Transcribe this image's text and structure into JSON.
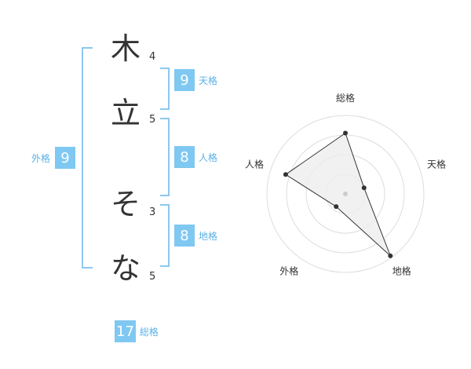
{
  "name": {
    "characters": [
      {
        "char": "木",
        "strokes": "4"
      },
      {
        "char": "立",
        "strokes": "5"
      },
      {
        "char": "そ",
        "strokes": "3"
      },
      {
        "char": "な",
        "strokes": "5"
      }
    ]
  },
  "fortunes": {
    "tenkaku": {
      "value": "9",
      "label": "天格"
    },
    "jinkaku": {
      "value": "8",
      "label": "人格"
    },
    "chikaku": {
      "value": "8",
      "label": "地格"
    },
    "gaikaku": {
      "value": "9",
      "label": "外格"
    },
    "soukaku": {
      "value": "17",
      "label": "総格"
    }
  },
  "radar": {
    "axes": [
      "総格",
      "天格",
      "地格",
      "外格",
      "人格"
    ],
    "levels": 4,
    "max": 4,
    "values": [
      3.1,
      1.0,
      3.9,
      0.8,
      3.2
    ],
    "colors": {
      "ring": "#dddddd",
      "fill": "#eeeeee",
      "stroke": "#333333",
      "point": "#333333",
      "center": "#cccccc"
    }
  }
}
